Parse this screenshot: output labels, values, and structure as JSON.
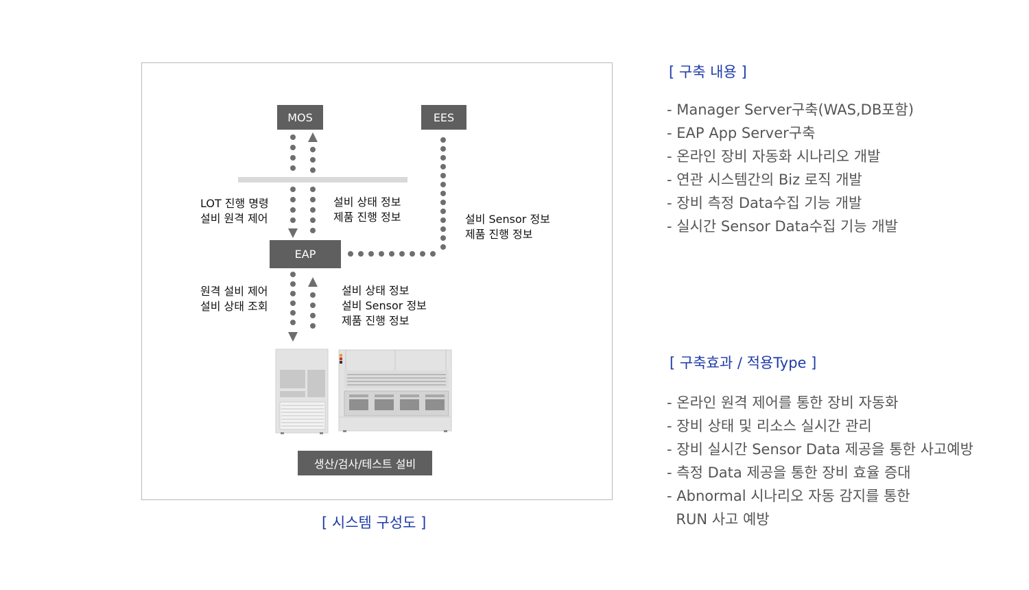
{
  "diagram": {
    "nodes": {
      "mos": "MOS",
      "ees": "EES",
      "eap": "EAP",
      "equipment": "생산/검사/테스트 설비"
    },
    "labels": {
      "mos_down_line1": "LOT 진행 명령",
      "mos_down_line2": "설비 원격 제어",
      "mos_up_line1": "설비 상태 정보",
      "mos_up_line2": "제품 진행 정보",
      "ees_line1": "설비 Sensor 정보",
      "ees_line2": "제품 진행 정보",
      "eq_down_line1": "원격 설비 제어",
      "eq_down_line2": "설비 상태 조회",
      "eq_up_line1": "설비 상태 정보",
      "eq_up_line2": "설비 Sensor 정보",
      "eq_up_line3": "제품 진행 정보"
    },
    "caption": "[ 시스템 구성도 ]"
  },
  "build_content": {
    "title": "[ 구축 내용 ]",
    "items": [
      "- Manager Server구축(WAS,DB포함)",
      "- EAP App Server구축",
      "- 온라인 장비 자동화 시나리오 개발",
      "- 연관 시스템간의 Biz 로직 개발",
      "- 장비 측정 Data수집 기능 개발",
      "- 실시간 Sensor Data수집 기능 개발"
    ]
  },
  "effects": {
    "title": "[ 구축효과 / 적용Type ]",
    "items": [
      "- 온라인 원격 제어를 통한 장비 자동화",
      "- 장비 상태 및 리소스 실시간 관리",
      "- 장비 실시간 Sensor Data 제공을 통한 사고예방",
      "- 측정 Data 제공을 통한 장비 효율 증대",
      "- Abnormal 시나리오 자동 감지를 통한",
      "  RUN 사고 예방"
    ]
  },
  "colors": {
    "node_fill": "#5f5f5f",
    "accent_blue": "#1e3ba8",
    "body_text": "#555555"
  }
}
